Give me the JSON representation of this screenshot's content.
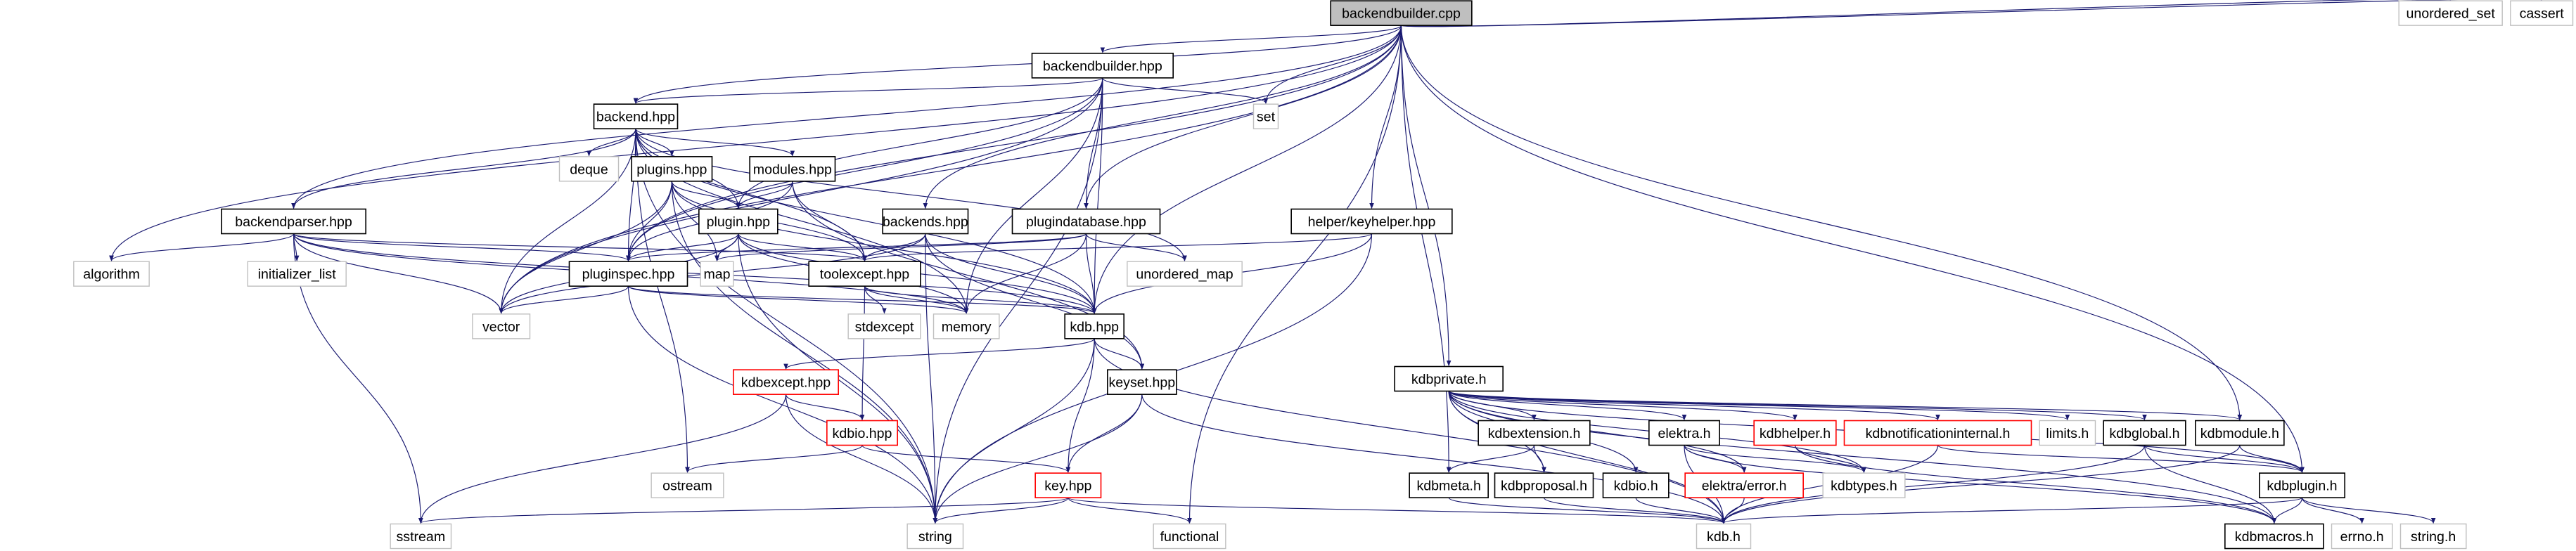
{
  "graph": {
    "colors": {
      "edge": "#191970",
      "root_fill": "#bfbfbf",
      "documented_border": "#000000",
      "external_border": "#bfbfbf",
      "truncated_border": "#ff0000"
    },
    "nodes": [
      {
        "id": "backendbuilder_cpp",
        "label": "backendbuilder.cpp",
        "kind": "root"
      },
      {
        "id": "backendbuilder_hpp",
        "label": "backendbuilder.hpp",
        "kind": "documented"
      },
      {
        "id": "set",
        "label": "set",
        "kind": "external"
      },
      {
        "id": "backend_hpp",
        "label": "backend.hpp",
        "kind": "documented"
      },
      {
        "id": "deque",
        "label": "deque",
        "kind": "external"
      },
      {
        "id": "plugins_hpp",
        "label": "plugins.hpp",
        "kind": "documented"
      },
      {
        "id": "modules_hpp",
        "label": "modules.hpp",
        "kind": "documented"
      },
      {
        "id": "backendparser_hpp",
        "label": "backendparser.hpp",
        "kind": "documented"
      },
      {
        "id": "plugin_hpp",
        "label": "plugin.hpp",
        "kind": "documented"
      },
      {
        "id": "backends_hpp",
        "label": "backends.hpp",
        "kind": "documented"
      },
      {
        "id": "plugindatabase_hpp",
        "label": "plugindatabase.hpp",
        "kind": "documented"
      },
      {
        "id": "keyhelper_hpp",
        "label": "helper/keyhelper.hpp",
        "kind": "documented"
      },
      {
        "id": "algorithm",
        "label": "algorithm",
        "kind": "external"
      },
      {
        "id": "initializer_list",
        "label": "initializer_list",
        "kind": "external"
      },
      {
        "id": "pluginspec_hpp",
        "label": "pluginspec.hpp",
        "kind": "documented"
      },
      {
        "id": "map",
        "label": "map",
        "kind": "external"
      },
      {
        "id": "toolexcept_hpp",
        "label": "toolexcept.hpp",
        "kind": "documented"
      },
      {
        "id": "unordered_map",
        "label": "unordered_map",
        "kind": "external"
      },
      {
        "id": "vector",
        "label": "vector",
        "kind": "external"
      },
      {
        "id": "stdexcept",
        "label": "stdexcept",
        "kind": "external"
      },
      {
        "id": "memory",
        "label": "memory",
        "kind": "external"
      },
      {
        "id": "kdb_hpp",
        "label": "kdb.hpp",
        "kind": "documented"
      },
      {
        "id": "kdbexcept_hpp",
        "label": "kdbexcept.hpp",
        "kind": "truncated"
      },
      {
        "id": "keyset_hpp",
        "label": "keyset.hpp",
        "kind": "documented"
      },
      {
        "id": "kdbio_hpp",
        "label": "kdbio.hpp",
        "kind": "truncated"
      },
      {
        "id": "ostream",
        "label": "ostream",
        "kind": "external"
      },
      {
        "id": "key_hpp",
        "label": "key.hpp",
        "kind": "truncated"
      },
      {
        "id": "sstream",
        "label": "sstream",
        "kind": "external"
      },
      {
        "id": "string",
        "label": "string",
        "kind": "external"
      },
      {
        "id": "functional",
        "label": "functional",
        "kind": "external"
      },
      {
        "id": "kdbprivate_h",
        "label": "kdbprivate.h",
        "kind": "documented"
      },
      {
        "id": "kdbextension_h",
        "label": "kdbextension.h",
        "kind": "documented"
      },
      {
        "id": "elektra_h",
        "label": "elektra.h",
        "kind": "documented"
      },
      {
        "id": "kdbhelper_h",
        "label": "kdbhelper.h",
        "kind": "truncated"
      },
      {
        "id": "kdbnotificationinternal_h",
        "label": "kdbnotificationinternal.h",
        "kind": "truncated"
      },
      {
        "id": "limits_h",
        "label": "limits.h",
        "kind": "external"
      },
      {
        "id": "kdbglobal_h",
        "label": "kdbglobal.h",
        "kind": "documented"
      },
      {
        "id": "kdbmodule_h",
        "label": "kdbmodule.h",
        "kind": "documented"
      },
      {
        "id": "kdbmeta_h",
        "label": "kdbmeta.h",
        "kind": "documented"
      },
      {
        "id": "kdbproposal_h",
        "label": "kdbproposal.h",
        "kind": "documented"
      },
      {
        "id": "kdbio_h",
        "label": "kdbio.h",
        "kind": "documented"
      },
      {
        "id": "elektra_error_h",
        "label": "elektra/error.h",
        "kind": "truncated"
      },
      {
        "id": "kdbtypes_h",
        "label": "kdbtypes.h",
        "kind": "external"
      },
      {
        "id": "kdbplugin_h",
        "label": "kdbplugin.h",
        "kind": "documented"
      },
      {
        "id": "kdb_h",
        "label": "kdb.h",
        "kind": "external"
      },
      {
        "id": "kdbmacros_h",
        "label": "kdbmacros.h",
        "kind": "documented"
      },
      {
        "id": "errno_h",
        "label": "errno.h",
        "kind": "external"
      },
      {
        "id": "string_h",
        "label": "string.h",
        "kind": "external"
      },
      {
        "id": "unordered_set",
        "label": "unordered_set",
        "kind": "external"
      },
      {
        "id": "cassert",
        "label": "cassert",
        "kind": "external"
      }
    ],
    "edges": [
      [
        "backendbuilder_cpp",
        "algorithm"
      ],
      [
        "backendbuilder_cpp",
        "backendparser_hpp"
      ],
      [
        "backendbuilder_cpp",
        "backend_hpp"
      ],
      [
        "backendbuilder_cpp",
        "backendbuilder_hpp"
      ],
      [
        "backendbuilder_cpp",
        "pluginspec_hpp"
      ],
      [
        "backendbuilder_cpp",
        "vector"
      ],
      [
        "backendbuilder_cpp",
        "set"
      ],
      [
        "backendbuilder_cpp",
        "backends_hpp"
      ],
      [
        "backendbuilder_cpp",
        "plugindatabase_hpp"
      ],
      [
        "backendbuilder_cpp",
        "keyhelper_hpp"
      ],
      [
        "backendbuilder_cpp",
        "kdb_hpp"
      ],
      [
        "backendbuilder_cpp",
        "functional"
      ],
      [
        "backendbuilder_cpp",
        "kdbmeta_h"
      ],
      [
        "backendbuilder_cpp",
        "kdbprivate_h"
      ],
      [
        "backendbuilder_cpp",
        "kdbmodule_h"
      ],
      [
        "backendbuilder_cpp",
        "kdbplugin_h"
      ],
      [
        "backendbuilder_cpp",
        "unordered_set"
      ],
      [
        "backendbuilder_cpp",
        "cassert"
      ],
      [
        "backendbuilder_hpp",
        "backend_hpp"
      ],
      [
        "backendbuilder_hpp",
        "set"
      ],
      [
        "backendbuilder_hpp",
        "plugin_hpp"
      ],
      [
        "backendbuilder_hpp",
        "pluginspec_hpp"
      ],
      [
        "backendbuilder_hpp",
        "plugindatabase_hpp"
      ],
      [
        "backendbuilder_hpp",
        "kdb_hpp"
      ],
      [
        "backendbuilder_hpp",
        "memory"
      ],
      [
        "backendbuilder_hpp",
        "vector"
      ],
      [
        "backendbuilder_hpp",
        "string"
      ],
      [
        "backend_hpp",
        "deque"
      ],
      [
        "backend_hpp",
        "plugins_hpp"
      ],
      [
        "backend_hpp",
        "modules_hpp"
      ],
      [
        "backend_hpp",
        "plugin_hpp"
      ],
      [
        "backend_hpp",
        "backendparser_hpp"
      ],
      [
        "backend_hpp",
        "pluginspec_hpp"
      ],
      [
        "backend_hpp",
        "toolexcept_hpp"
      ],
      [
        "backend_hpp",
        "vector"
      ],
      [
        "backend_hpp",
        "ostream"
      ],
      [
        "backend_hpp",
        "string"
      ],
      [
        "backend_hpp",
        "memory"
      ],
      [
        "backend_hpp",
        "unordered_map"
      ],
      [
        "backend_hpp",
        "kdb_hpp"
      ],
      [
        "plugins_hpp",
        "plugin_hpp"
      ],
      [
        "plugins_hpp",
        "pluginspec_hpp"
      ],
      [
        "plugins_hpp",
        "map"
      ],
      [
        "plugins_hpp",
        "vector"
      ],
      [
        "plugins_hpp",
        "string"
      ],
      [
        "plugins_hpp",
        "toolexcept_hpp"
      ],
      [
        "plugins_hpp",
        "kdb_hpp"
      ],
      [
        "modules_hpp",
        "plugin_hpp"
      ],
      [
        "modules_hpp",
        "pluginspec_hpp"
      ],
      [
        "modules_hpp",
        "toolexcept_hpp"
      ],
      [
        "modules_hpp",
        "keyset_hpp"
      ],
      [
        "backendparser_hpp",
        "algorithm"
      ],
      [
        "backendparser_hpp",
        "initializer_list"
      ],
      [
        "backendparser_hpp",
        "pluginspec_hpp"
      ],
      [
        "backendparser_hpp",
        "vector"
      ],
      [
        "backendparser_hpp",
        "sstream"
      ],
      [
        "backendparser_hpp",
        "kdb_hpp"
      ],
      [
        "backendparser_hpp",
        "memory"
      ],
      [
        "backendparser_hpp",
        "toolexcept_hpp"
      ],
      [
        "plugin_hpp",
        "pluginspec_hpp"
      ],
      [
        "plugin_hpp",
        "map"
      ],
      [
        "plugin_hpp",
        "vector"
      ],
      [
        "plugin_hpp",
        "string"
      ],
      [
        "plugin_hpp",
        "toolexcept_hpp"
      ],
      [
        "plugin_hpp",
        "kdb_hpp"
      ],
      [
        "plugin_hpp",
        "memory"
      ],
      [
        "backends_hpp",
        "toolexcept_hpp"
      ],
      [
        "backends_hpp",
        "vector"
      ],
      [
        "backends_hpp",
        "string"
      ],
      [
        "backends_hpp",
        "keyset_hpp"
      ],
      [
        "backends_hpp",
        "kdb_hpp"
      ],
      [
        "plugindatabase_hpp",
        "map"
      ],
      [
        "plugindatabase_hpp",
        "unordered_map"
      ],
      [
        "plugindatabase_hpp",
        "pluginspec_hpp"
      ],
      [
        "plugindatabase_hpp",
        "kdb_hpp"
      ],
      [
        "plugindatabase_hpp",
        "memory"
      ],
      [
        "keyhelper_hpp",
        "toolexcept_hpp"
      ],
      [
        "keyhelper_hpp",
        "kdb_hpp"
      ],
      [
        "keyhelper_hpp",
        "string"
      ],
      [
        "pluginspec_hpp",
        "vector"
      ],
      [
        "pluginspec_hpp",
        "string"
      ],
      [
        "pluginspec_hpp",
        "memory"
      ],
      [
        "pluginspec_hpp",
        "kdb_hpp"
      ],
      [
        "toolexcept_hpp",
        "stdexcept"
      ],
      [
        "toolexcept_hpp",
        "memory"
      ],
      [
        "toolexcept_hpp",
        "kdbio_hpp"
      ],
      [
        "toolexcept_hpp",
        "kdb_hpp"
      ],
      [
        "kdb_hpp",
        "kdbexcept_hpp"
      ],
      [
        "kdb_hpp",
        "keyset_hpp"
      ],
      [
        "kdb_hpp",
        "key_hpp"
      ],
      [
        "kdb_hpp",
        "string"
      ],
      [
        "kdb_hpp",
        "kdb_h"
      ],
      [
        "kdbexcept_hpp",
        "kdbio_hpp"
      ],
      [
        "kdbexcept_hpp",
        "string"
      ],
      [
        "kdbexcept_hpp",
        "sstream"
      ],
      [
        "kdbio_hpp",
        "ostream"
      ],
      [
        "kdbio_hpp",
        "key_hpp"
      ],
      [
        "keyset_hpp",
        "key_hpp"
      ],
      [
        "keyset_hpp",
        "string"
      ],
      [
        "keyset_hpp",
        "kdb_h"
      ],
      [
        "key_hpp",
        "string"
      ],
      [
        "key_hpp",
        "sstream"
      ],
      [
        "key_hpp",
        "functional"
      ],
      [
        "key_hpp",
        "kdb_h"
      ],
      [
        "kdbprivate_h",
        "kdbextension_h"
      ],
      [
        "kdbprivate_h",
        "kdbproposal_h"
      ],
      [
        "kdbprivate_h",
        "kdbio_h"
      ],
      [
        "kdbprivate_h",
        "kdb_h"
      ],
      [
        "kdbprivate_h",
        "elektra_error_h"
      ],
      [
        "kdbprivate_h",
        "elektra_h"
      ],
      [
        "kdbprivate_h",
        "kdbtypes_h"
      ],
      [
        "kdbprivate_h",
        "kdbhelper_h"
      ],
      [
        "kdbprivate_h",
        "kdbnotificationinternal_h"
      ],
      [
        "kdbprivate_h",
        "limits_h"
      ],
      [
        "kdbprivate_h",
        "kdbglobal_h"
      ],
      [
        "kdbprivate_h",
        "kdbplugin_h"
      ],
      [
        "kdbprivate_h",
        "kdbmacros_h"
      ],
      [
        "kdbprivate_h",
        "kdbmodule_h"
      ],
      [
        "kdbextension_h",
        "kdbmeta_h"
      ],
      [
        "kdbextension_h",
        "kdbproposal_h"
      ],
      [
        "elektra_h",
        "elektra_error_h"
      ],
      [
        "elektra_h",
        "kdb_h"
      ],
      [
        "elektra_h",
        "kdbtypes_h"
      ],
      [
        "elektra_h",
        "kdbmacros_h"
      ],
      [
        "kdbhelper_h",
        "kdbtypes_h"
      ],
      [
        "kdbhelper_h",
        "kdbmacros_h"
      ],
      [
        "kdbnotificationinternal_h",
        "kdb_h"
      ],
      [
        "kdbnotificationinternal_h",
        "kdbplugin_h"
      ],
      [
        "kdbglobal_h",
        "kdb_h"
      ],
      [
        "kdbglobal_h",
        "kdbmacros_h"
      ],
      [
        "kdbglobal_h",
        "kdbplugin_h"
      ],
      [
        "kdbmodule_h",
        "kdb_h"
      ],
      [
        "kdbmodule_h",
        "kdbplugin_h"
      ],
      [
        "kdbmeta_h",
        "kdb_h"
      ],
      [
        "kdbproposal_h",
        "kdb_h"
      ],
      [
        "kdbio_h",
        "kdb_h"
      ],
      [
        "elektra_error_h",
        "kdb_h"
      ],
      [
        "kdbplugin_h",
        "kdb_h"
      ],
      [
        "kdbplugin_h",
        "kdbmacros_h"
      ],
      [
        "kdbplugin_h",
        "errno_h"
      ],
      [
        "kdbplugin_h",
        "string_h"
      ]
    ]
  }
}
